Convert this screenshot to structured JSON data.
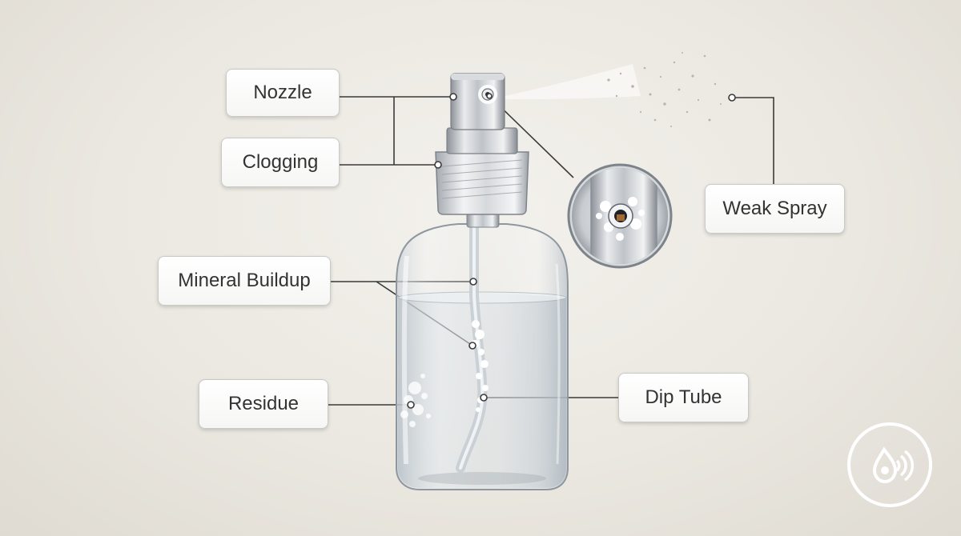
{
  "labels": {
    "nozzle": "Nozzle",
    "clogging": "Clogging",
    "mineral_buildup": "Mineral Buildup",
    "residue": "Residue",
    "weak_spray": "Weak Spray",
    "dip_tube": "Dip Tube"
  },
  "colors": {
    "background": "#ebe8e1",
    "leader_line": "#3a3a3a",
    "label_text": "#333333",
    "badge": "#ffffff"
  },
  "icons": {
    "badge": "water-drop-spray-icon"
  }
}
